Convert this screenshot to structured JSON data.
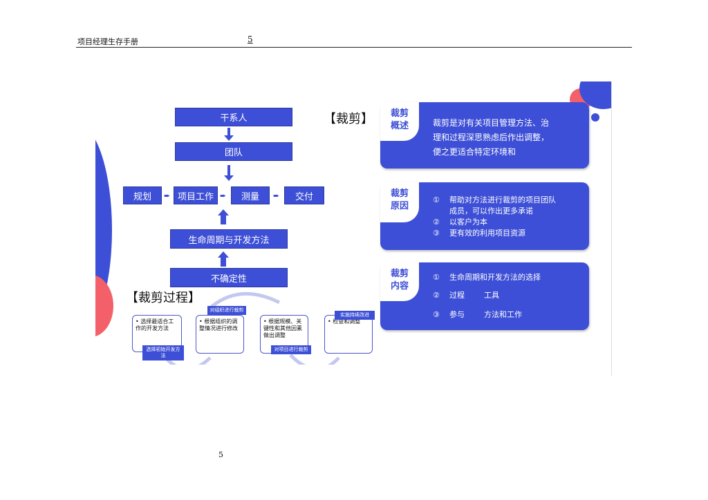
{
  "header": {
    "title": "项目经理生存手册",
    "page_number": "5"
  },
  "footer": {
    "page_number": "5"
  },
  "flow": {
    "stakeholders": "干系人",
    "team": "团队",
    "planning": "规划",
    "project_work": "项目工作",
    "measurement": "测量",
    "delivery": "交付",
    "lifecycle": "生命周期与开发方法",
    "uncertainty": "不确定性"
  },
  "tailoring_title": "【裁剪】",
  "process_title": "【裁剪过程】",
  "cards": [
    {
      "tab": "裁剪概述",
      "tab_l1": "裁剪",
      "tab_l2": "概述",
      "body": "裁剪是对有关项目管理方法、治理和过程深思熟虑后作出调整，便之更适合特定环境和",
      "lines": [
        "裁剪是对有关项目管理方法、治",
        "理和过程深思熟虑后作出调整，",
        "便之更适合特定环境和"
      ]
    },
    {
      "tab_l1": "裁剪",
      "tab_l2": "原因",
      "items": [
        {
          "num": "①",
          "text": "帮助对方法进行裁剪的项目团队"
        },
        {
          "num": "",
          "text": "成员，可以作出更多承诺"
        },
        {
          "num": "②",
          "text": "以客户为本"
        },
        {
          "num": "③",
          "text": "更有效的利用项目资源"
        }
      ]
    },
    {
      "tab_l1": "裁剪",
      "tab_l2": "内容",
      "items": [
        {
          "num": "①",
          "text": "生命周期和开发方法的选择"
        },
        {
          "num": "②",
          "text": "过程        工具"
        },
        {
          "num": "③",
          "text": "参与        方法和工作"
        }
      ]
    }
  ],
  "process": [
    {
      "text": "• 选择最适合工作的开发方法",
      "label": "选择初始开发方法"
    },
    {
      "text": "• 根据组织的调整情况进行修改",
      "label": "对组织进行裁剪"
    },
    {
      "text": "• 根据规模、关键性和其他因素做出调整",
      "label": "对项目进行裁剪"
    },
    {
      "text": "• 检查和调整",
      "label": "实施持续改进"
    }
  ],
  "colors": {
    "primary": "#3d4fd6",
    "accent_red": "#f4606a",
    "text": "#111111"
  }
}
